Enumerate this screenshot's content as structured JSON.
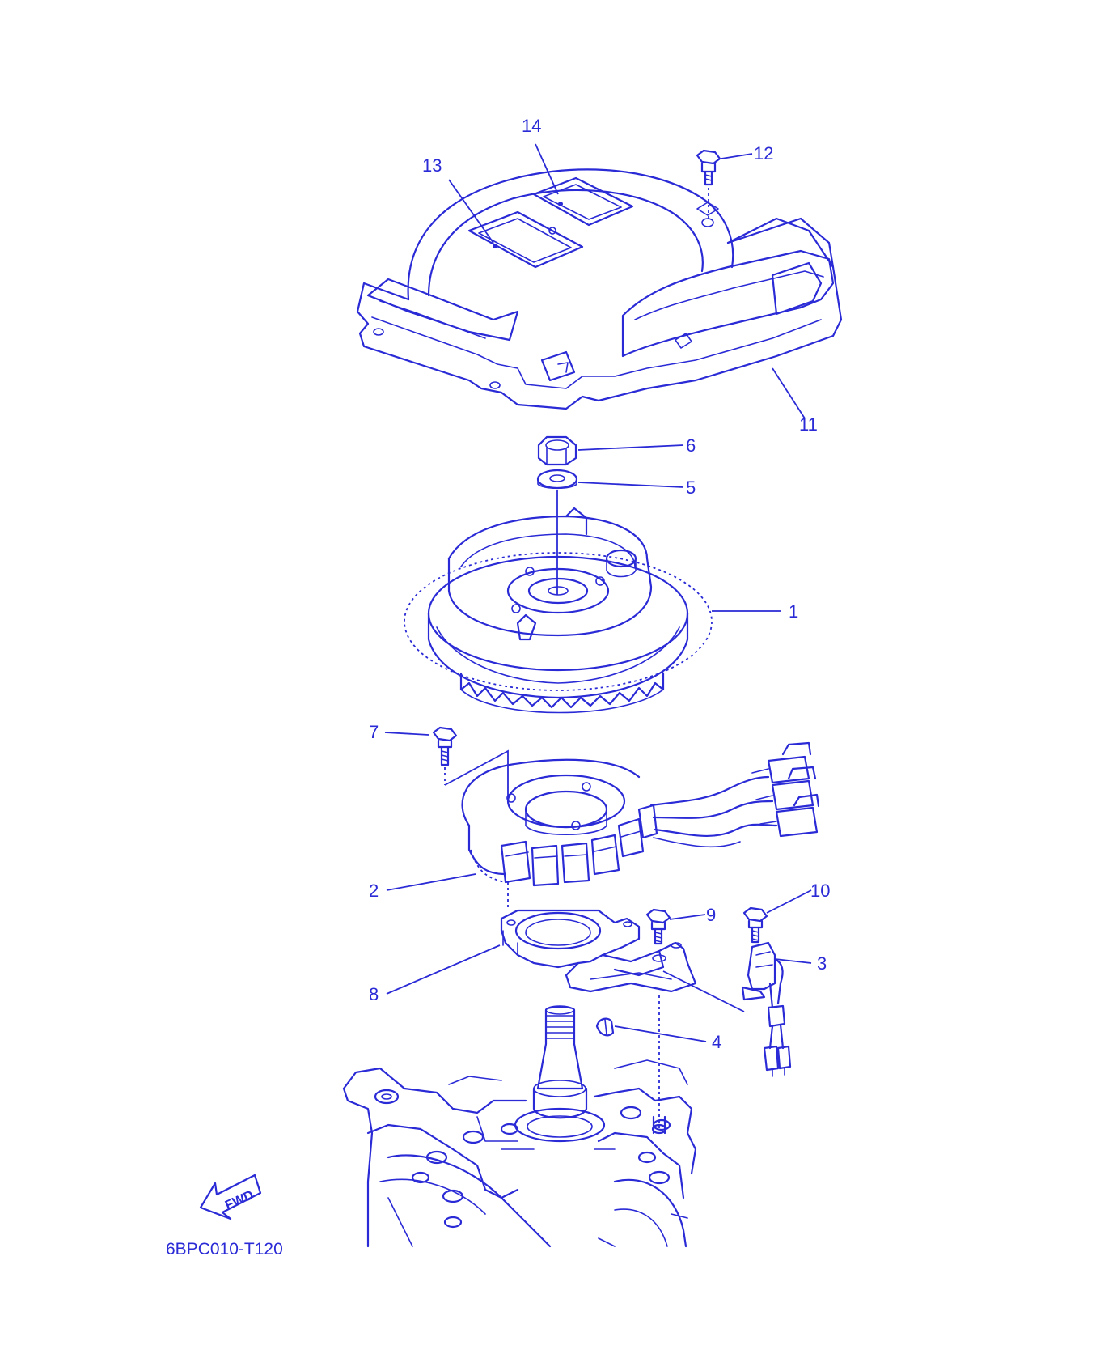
{
  "callouts": [
    {
      "id": "1",
      "text": "1"
    },
    {
      "id": "2",
      "text": "2"
    },
    {
      "id": "3",
      "text": "3"
    },
    {
      "id": "4",
      "text": "4"
    },
    {
      "id": "5",
      "text": "5"
    },
    {
      "id": "6",
      "text": "6"
    },
    {
      "id": "7",
      "text": "7"
    },
    {
      "id": "8",
      "text": "8"
    },
    {
      "id": "9",
      "text": "9"
    },
    {
      "id": "10",
      "text": "10"
    },
    {
      "id": "11",
      "text": "11"
    },
    {
      "id": "12",
      "text": "12"
    },
    {
      "id": "13",
      "text": "13"
    },
    {
      "id": "14",
      "text": "14"
    }
  ],
  "fwd_label": "FWD",
  "drawing_code": "6BPC010-T120",
  "colors": {
    "ink": "#2a2ad6",
    "background": "#ffffff"
  }
}
